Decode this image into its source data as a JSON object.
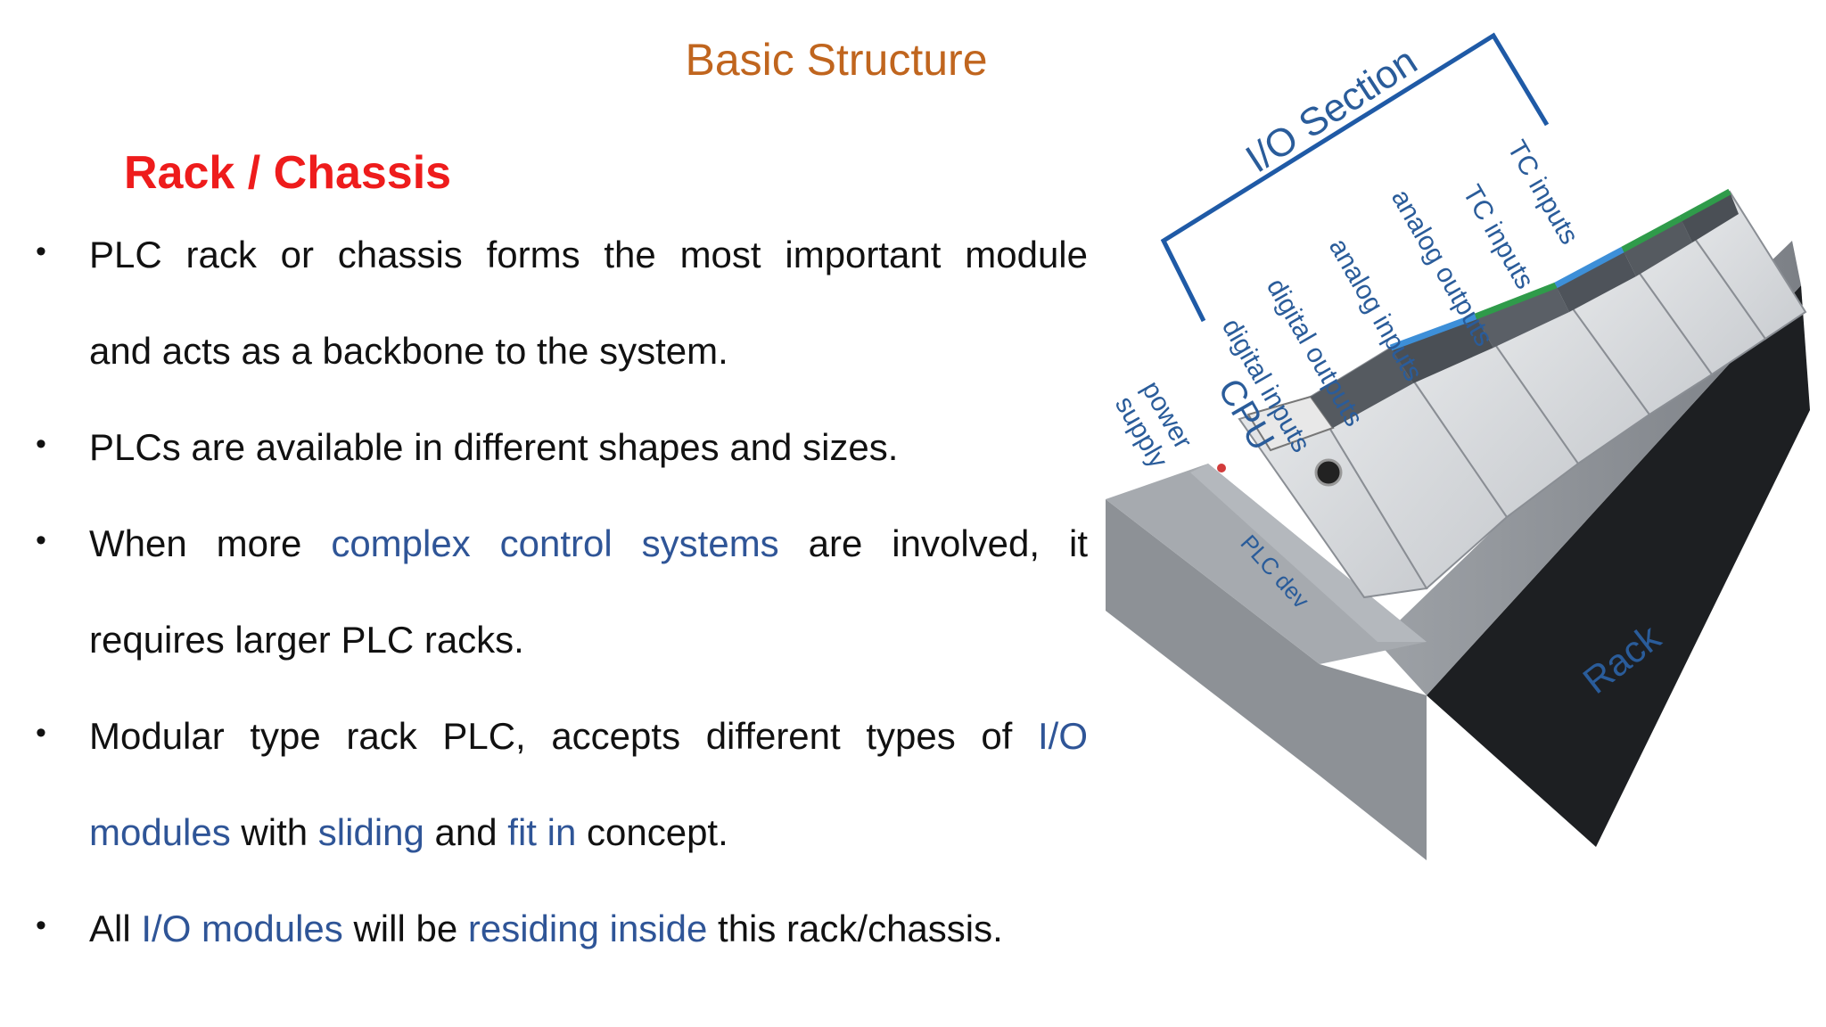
{
  "slide": {
    "title": "Basic Structure",
    "subtitle": "Rack / Chassis"
  },
  "bullets": [
    {
      "lines": [
        [
          {
            "t": " PLC rack or chassis forms the most important module",
            "hl": false
          }
        ],
        [
          {
            "t": "and acts as a backbone to the system.",
            "hl": false
          }
        ]
      ]
    },
    {
      "lines": [
        [
          {
            "t": "PLCs are available in different shapes and sizes.",
            "hl": false
          }
        ]
      ]
    },
    {
      "lines": [
        [
          {
            "t": "When more ",
            "hl": false
          },
          {
            "t": "complex control systems",
            "hl": true
          },
          {
            "t": " are involved, it",
            "hl": false
          }
        ],
        [
          {
            "t": "requires larger PLC racks.",
            "hl": false
          }
        ]
      ]
    },
    {
      "lines": [
        [
          {
            "t": " Modular type rack PLC, accepts different types of ",
            "hl": false
          },
          {
            "t": "I/O",
            "hl": true
          }
        ],
        [
          {
            "t": "modules",
            "hl": true
          },
          {
            "t": " with ",
            "hl": false
          },
          {
            "t": "sliding",
            "hl": true
          },
          {
            "t": " and ",
            "hl": false
          },
          {
            "t": "fit in",
            "hl": true
          },
          {
            "t": " concept.",
            "hl": false
          }
        ]
      ]
    },
    {
      "lines": [
        [
          {
            "t": "All ",
            "hl": false
          },
          {
            "t": "I/O modules",
            "hl": true
          },
          {
            "t": " will be ",
            "hl": false
          },
          {
            "t": "residing inside",
            "hl": true
          },
          {
            "t": " this rack/chassis.",
            "hl": false
          }
        ]
      ]
    }
  ],
  "bullet_symbol": "•",
  "figure": {
    "io_section_label": "I/O Section",
    "cpu_label": "CPU",
    "power_supply_label_1": "power",
    "power_supply_label_2": "supply",
    "rack_label": "Rack",
    "module_labels": [
      "digital inputs",
      "digital outputs",
      "analog inputs",
      "analog outputs",
      "TC inputs",
      "TC inputs"
    ],
    "brand_text": "PLC dev"
  },
  "colors": {
    "title": "#c0651e",
    "subtitle": "#ee1c1c",
    "highlight": "#2f5597",
    "figure_label": "#2a5c9a"
  }
}
